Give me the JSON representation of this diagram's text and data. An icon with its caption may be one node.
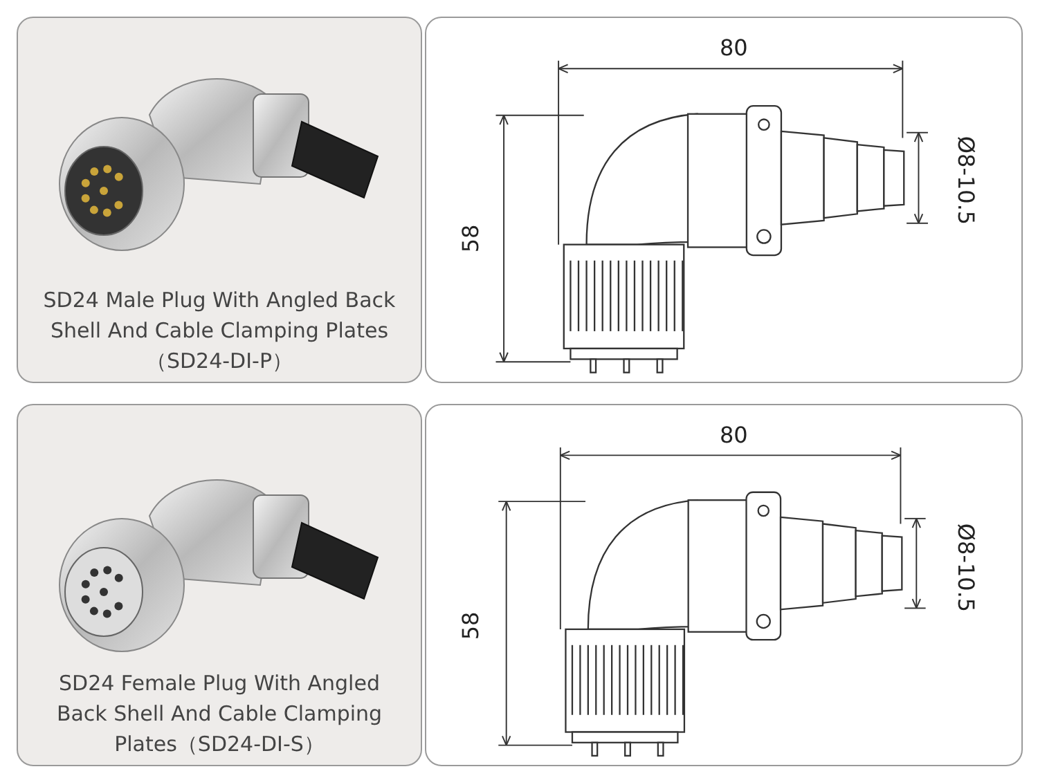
{
  "diagram": {
    "nodes": [
      {
        "text": [
          "SD24 Male Plug With Angled Back Shell And Cable Clamping Plates（SD24-DI-P）"
        ]
      },
      {
        "text": [],
        "shape": "picture",
        "in": 0
      },
      {
        "text": [],
        "shape": "box"
      },
      {
        "text": [],
        "shape": "picture",
        "in": 2
      },
      {
        "text": [
          "SD24 Female Plug With Angled Back Shell And Cable Clamping Plates（SD24-DI-S）"
        ]
      },
      {
        "text": [],
        "shape": "picture",
        "in": 4
      },
      {
        "text": [],
        "shape": "box"
      },
      {
        "text": [],
        "shape": "picture",
        "in": 6
      }
    ],
    "labels": [
      "80",
      "58",
      "Ø8-10.5",
      "80",
      "58",
      "Ø8-10.5"
    ]
  }
}
